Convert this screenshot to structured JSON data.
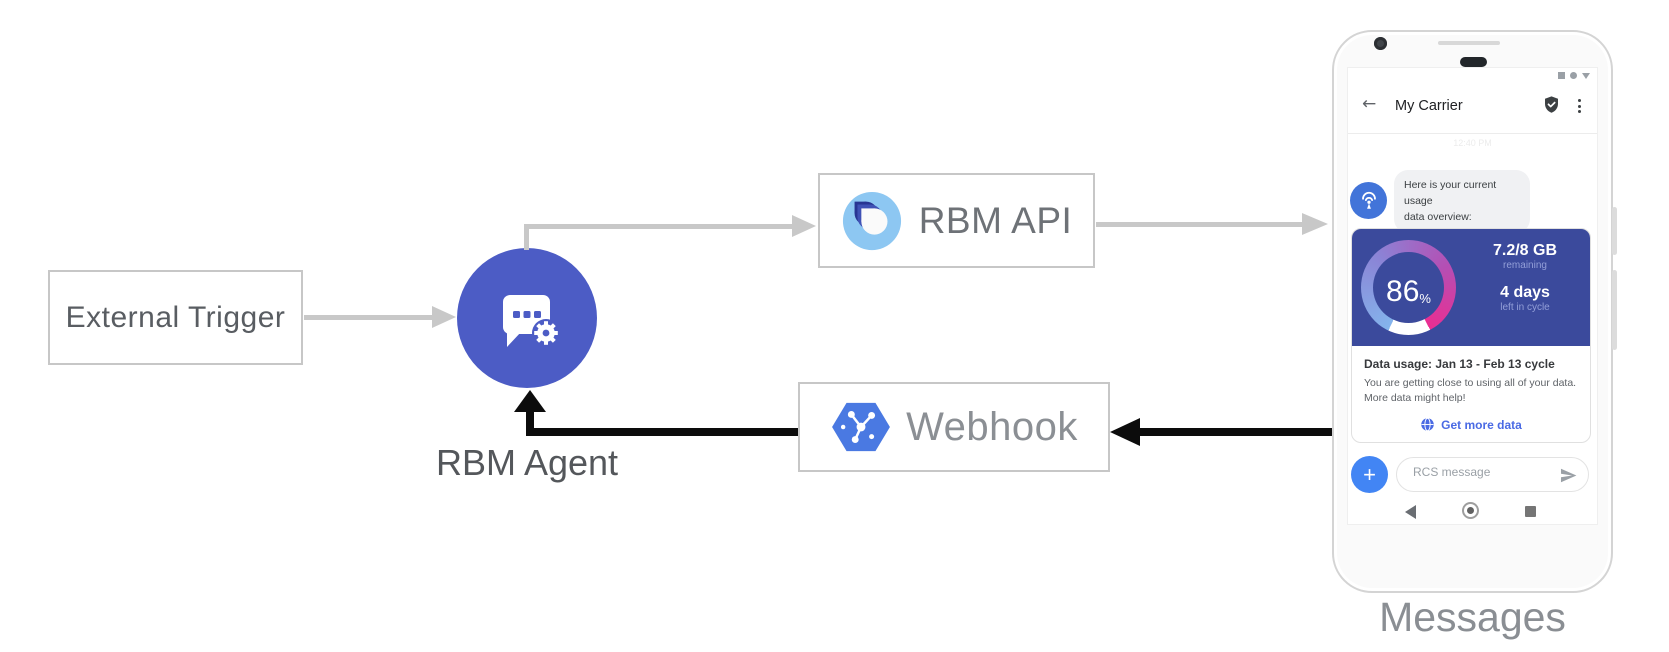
{
  "palette": {
    "agent_blue": "#4c5cc5",
    "card_indigo": "#3b4a9c",
    "google_blue": "#4285f4",
    "link_blue": "#4a6ae4",
    "logo_light_blue": "#8dc7f2",
    "hexagon_blue": "#4a79e2",
    "arrow_gray": "#c8c8c8",
    "arrow_black": "#0c0c0c",
    "gauge_gradient": [
      "#84b4ec",
      "#8b84d6",
      "#b44fb4",
      "#ea2e92"
    ]
  },
  "nodes": {
    "external_trigger": {
      "label": "External Trigger"
    },
    "rbm_agent": {
      "label": "RBM Agent"
    },
    "rbm_api": {
      "label": "RBM API"
    },
    "webhook": {
      "label": "Webhook"
    },
    "phone_caption": "Messages"
  },
  "phone": {
    "header": {
      "back_icon": "←",
      "title": "My Carrier"
    },
    "timestamp": "12:40 PM",
    "bot_message": {
      "line1": "Here is your current usage",
      "line2": "data overview:"
    },
    "usage_card": {
      "gauge": {
        "percent": "86",
        "unit": "%"
      },
      "data_remaining": {
        "value": "7.2/8 GB",
        "caption": "remaining"
      },
      "cycle": {
        "value": "4 days",
        "caption": "left in cycle"
      },
      "title": "Data usage: Jan 13 - Feb 13 cycle",
      "body_line1": "You are getting close to using all of your data.",
      "body_line2": "More data might help!",
      "action_label": "Get more data"
    },
    "compose": {
      "plus_label": "+",
      "placeholder": "RCS message"
    }
  }
}
